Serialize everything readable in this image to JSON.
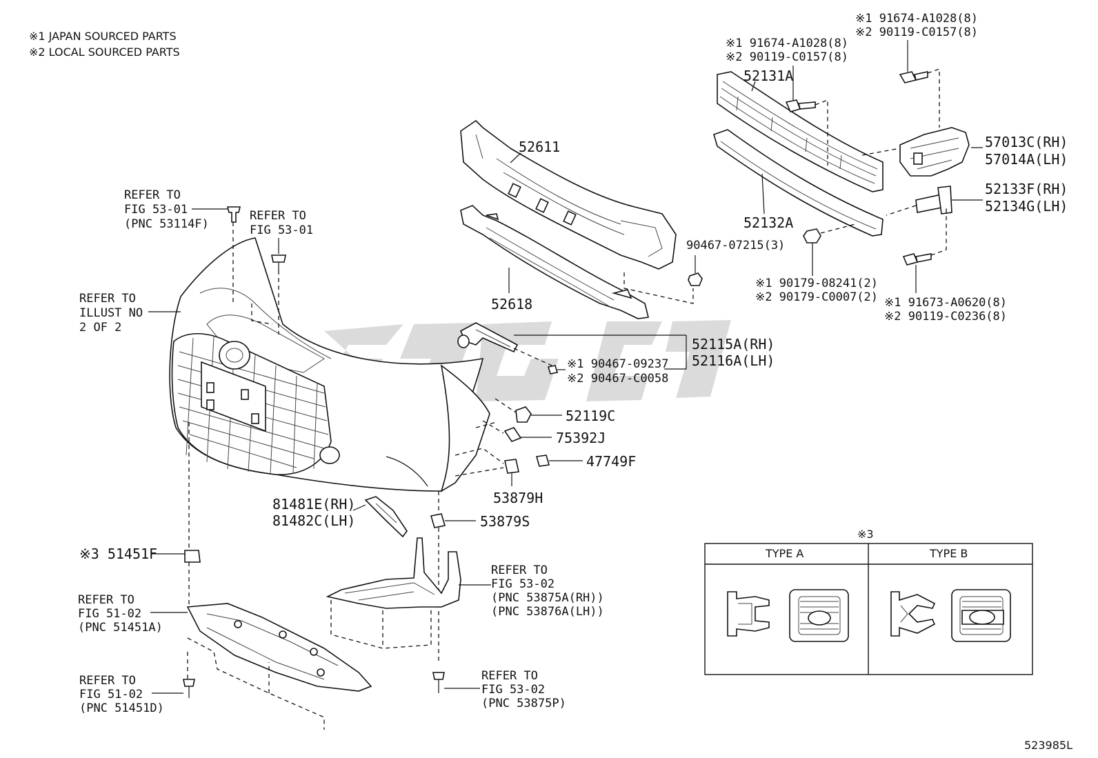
{
  "legend": {
    "line1": "※1 JAPAN SOURCED PARTS",
    "line2": "※2 LOCAL SOURCED PARTS"
  },
  "labels": {
    "refer_53_01_a": [
      "REFER TO",
      "FIG 53-01",
      "(PNC 53114F)"
    ],
    "refer_53_01_b": [
      "REFER TO",
      "FIG 53-01"
    ],
    "refer_illust": [
      "REFER TO",
      "ILLUST NO",
      "2 OF 2"
    ],
    "p52611": "52611",
    "p52618": "52618",
    "p52131A": "52131A",
    "p52132A": "52132A",
    "bolt_top_right": [
      "※1 91674-A1028(8)",
      "※2 90119-C0157(8)"
    ],
    "bolt_52131": [
      "※1 91674-A1028(8)",
      "※2 90119-C0157(8)"
    ],
    "p57013": [
      "57013C(RH)",
      "57014A(LH)"
    ],
    "p52133": [
      "52133F(RH)",
      "52134G(LH)"
    ],
    "p90467_07215": "90467-07215(3)",
    "nut_90179": [
      "※1 90179-08241(2)",
      "※2 90179-C0007(2)"
    ],
    "bolt_91673": [
      "※1 91673-A0620(8)",
      "※2 90119-C0236(8)"
    ],
    "p52115": [
      "52115A(RH)",
      "52116A(LH)"
    ],
    "clip_90467": [
      "※1 90467-09237",
      "※2 90467-C0058"
    ],
    "p52119C": "52119C",
    "p75392J": "75392J",
    "p47749F": "47749F",
    "p53879H": "53879H",
    "p81481": [
      "81481E(RH)",
      "81482C(LH)"
    ],
    "p53879S": "53879S",
    "p51451F": "※3 51451F",
    "refer_53_02_a": [
      "REFER TO",
      "FIG 53-02",
      "(PNC 53875A(RH))",
      "(PNC 53876A(LH))"
    ],
    "refer_51_02_a": [
      "REFER TO",
      "FIG 51-02",
      "(PNC 51451A)"
    ],
    "refer_51_02_b": [
      "REFER TO",
      "FIG 51-02",
      "(PNC 51451D)"
    ],
    "refer_53_02_b": [
      "REFER TO",
      "FIG 53-02",
      "(PNC 53875P)"
    ]
  },
  "inset": {
    "mark": "※3",
    "type_a": "TYPE A",
    "type_b": "TYPE B"
  },
  "diagram_id": "523985L",
  "colors": {
    "line": "#111111",
    "watermark": "#bdbdbd",
    "background": "#ffffff"
  }
}
